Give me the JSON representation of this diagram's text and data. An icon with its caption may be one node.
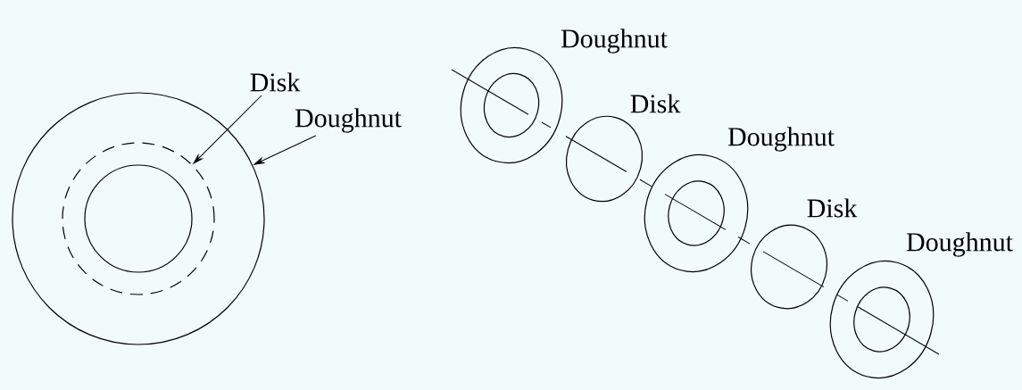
{
  "diagram": {
    "nodes": [
      {
        "text": [
          "Disk"
        ]
      },
      {
        "text": [
          "Doughnut"
        ]
      },
      {
        "text": [],
        "shape": "circle"
      },
      {
        "text": [],
        "shape": "circle",
        "in": 2
      },
      {
        "text": [],
        "shape": "circle",
        "in": 3
      },
      {
        "text": [],
        "shape": "ring",
        "beside": [
          "Doughnut"
        ]
      },
      {
        "text": [],
        "shape": "ellipse",
        "beside": [
          "Disk"
        ]
      },
      {
        "text": [],
        "shape": "ring",
        "beside": [
          "Doughnut"
        ]
      },
      {
        "text": [],
        "shape": "ellipse",
        "beside": [
          "Disk"
        ]
      },
      {
        "text": [],
        "shape": "ring",
        "beside": [
          "Doughnut"
        ]
      }
    ],
    "edges": [
      {
        "from": 0,
        "to": 3,
        "arrow": "to"
      },
      {
        "from": 1,
        "to": 2,
        "arrow": "to"
      }
    ]
  }
}
